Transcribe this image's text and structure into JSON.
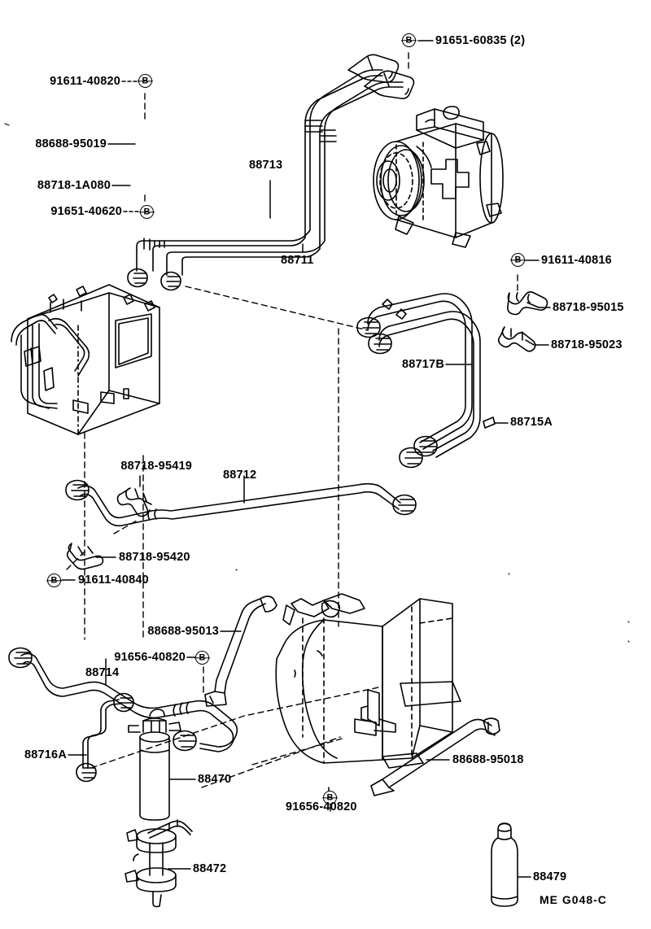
{
  "diagram": {
    "title": "Toyota Air Conditioner Piping Parts Diagram",
    "sheet_code": "ME  G048-C",
    "line_color": "#000000",
    "background_color": "#ffffff",
    "callout_symbol": "B"
  },
  "callouts": [
    {
      "id": "c01",
      "text": "91611-40820",
      "name": "bolt-91611-40820"
    },
    {
      "id": "c02",
      "text": "88688-95019",
      "name": "bracket-88688-95019"
    },
    {
      "id": "c03",
      "text": "88718-1A080",
      "name": "clamp-88718-1A080"
    },
    {
      "id": "c04",
      "text": "91651-40620",
      "name": "bolt-91651-40620"
    },
    {
      "id": "c05",
      "text": "91651-60835 (2)",
      "name": "bolt-91651-60835"
    },
    {
      "id": "c06",
      "text": "88713",
      "name": "hose-88713"
    },
    {
      "id": "c07",
      "text": "88711",
      "name": "hose-88711"
    },
    {
      "id": "c08",
      "text": "91611-40816",
      "name": "bolt-91611-40816"
    },
    {
      "id": "c09",
      "text": "88718-95015",
      "name": "clamp-88718-95015"
    },
    {
      "id": "c10",
      "text": "88718-95023",
      "name": "clamp-88718-95023"
    },
    {
      "id": "c11",
      "text": "88717B",
      "name": "tube-88717B"
    },
    {
      "id": "c12",
      "text": "88715A",
      "name": "tube-88715A"
    },
    {
      "id": "c13",
      "text": "88718-95419",
      "name": "clamp-88718-95419"
    },
    {
      "id": "c14",
      "text": "88712",
      "name": "hose-88712"
    },
    {
      "id": "c15",
      "text": "88718-95420",
      "name": "clamp-88718-95420"
    },
    {
      "id": "c16",
      "text": "91611-40840",
      "name": "bolt-91611-40840"
    },
    {
      "id": "c17",
      "text": "88688-95013",
      "name": "bracket-88688-95013"
    },
    {
      "id": "c18",
      "text": "91656-40820",
      "name": "bolt-91656-40820-upper"
    },
    {
      "id": "c19",
      "text": "88714",
      "name": "hose-88714"
    },
    {
      "id": "c20",
      "text": "88716A",
      "name": "tube-88716A"
    },
    {
      "id": "c21",
      "text": "88470",
      "name": "receiver-drier-88470"
    },
    {
      "id": "c22",
      "text": "88472",
      "name": "bracket-88472"
    },
    {
      "id": "c23",
      "text": "88688-95018",
      "name": "bracket-88688-95018"
    },
    {
      "id": "c24",
      "text": "91656-40820",
      "name": "bolt-91656-40820-lower"
    },
    {
      "id": "c25",
      "text": "88479",
      "name": "refrigerant-can-88479"
    }
  ]
}
